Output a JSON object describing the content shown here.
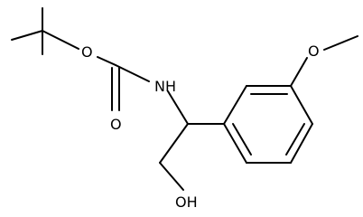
{
  "atoms": {
    "ester_oxygen": "O",
    "carbonyl_oxygen": "O",
    "amine": "NH",
    "methoxy_oxygen": "O",
    "hydroxyl": "OH"
  },
  "colors": {
    "bond": "#000000",
    "label": "#000000",
    "background": "#ffffff"
  }
}
